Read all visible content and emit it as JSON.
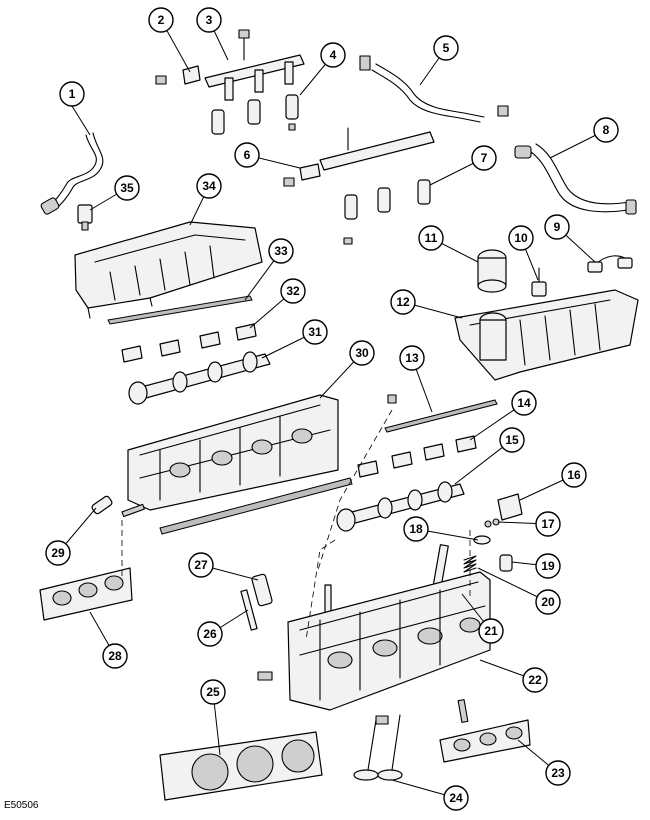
{
  "figure_id": "E50506",
  "callouts": [
    "1",
    "2",
    "3",
    "4",
    "5",
    "6",
    "7",
    "8",
    "9",
    "10",
    "11",
    "12",
    "13",
    "14",
    "15",
    "16",
    "17",
    "18",
    "19",
    "20",
    "21",
    "22",
    "23",
    "24",
    "25",
    "26",
    "27",
    "28",
    "29",
    "30",
    "31",
    "32",
    "33",
    "34",
    "35"
  ],
  "colors": {
    "line": "#000000",
    "fill": "#f2f2f2",
    "shade": "#cfcfcf"
  }
}
